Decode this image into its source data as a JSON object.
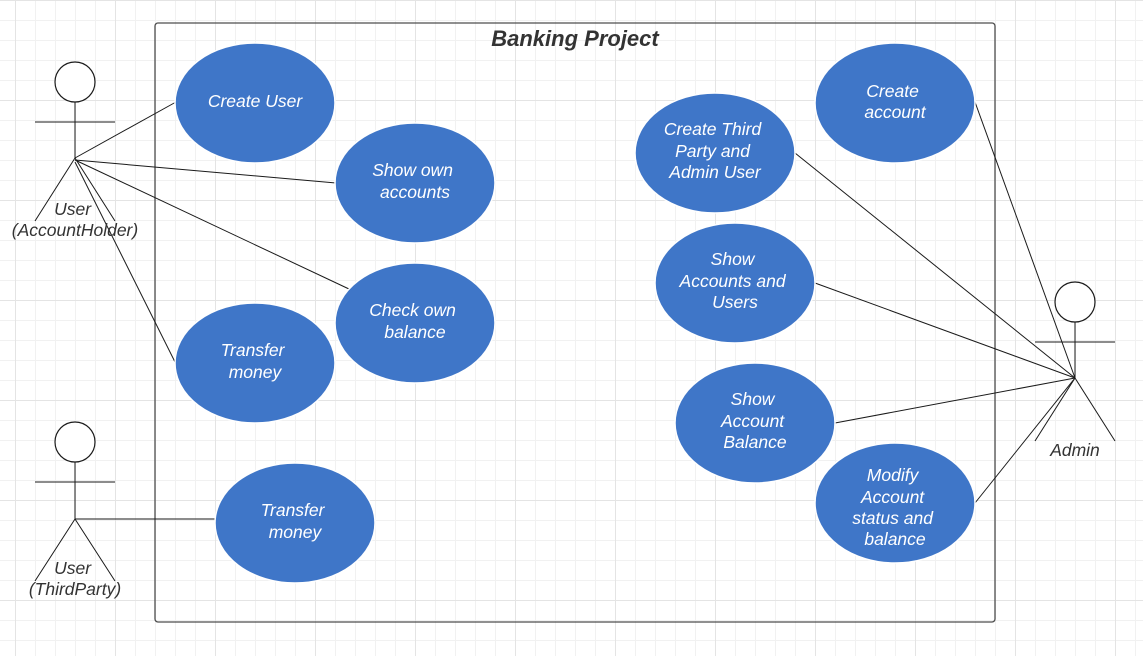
{
  "diagram": {
    "title": "Banking Project",
    "colors": {
      "use_case_fill": "#3f76c8",
      "use_case_text": "#ffffff",
      "line": "#1a1a1a",
      "boundary": "#4d4d4d"
    }
  },
  "actors": {
    "account_holder": {
      "lines": [
        "User",
        "(AccountHolder)"
      ]
    },
    "third_party": {
      "lines": [
        "User",
        "(ThirdParty)"
      ]
    },
    "admin": {
      "lines": [
        "Admin"
      ]
    }
  },
  "use_cases": {
    "create_user": {
      "lines": [
        "Create User"
      ]
    },
    "show_own_accounts": {
      "lines": [
        "Show own",
        "accounts"
      ]
    },
    "check_own_balance": {
      "lines": [
        "Check own",
        "balance"
      ]
    },
    "transfer_money_holder": {
      "lines": [
        "Transfer",
        "money"
      ]
    },
    "transfer_money_third_party": {
      "lines": [
        "Transfer",
        "money"
      ]
    },
    "create_account": {
      "lines": [
        "Create",
        "account"
      ]
    },
    "create_third_party_admin": {
      "lines": [
        "Create Third",
        "Party and",
        "Admin User"
      ]
    },
    "show_accounts_users": {
      "lines": [
        "Show",
        "Accounts and",
        "Users"
      ]
    },
    "show_account_balance": {
      "lines": [
        "Show",
        "Account",
        "Balance"
      ]
    },
    "modify_account_status": {
      "lines": [
        "Modify",
        "Account",
        "status and",
        "balance"
      ]
    }
  }
}
